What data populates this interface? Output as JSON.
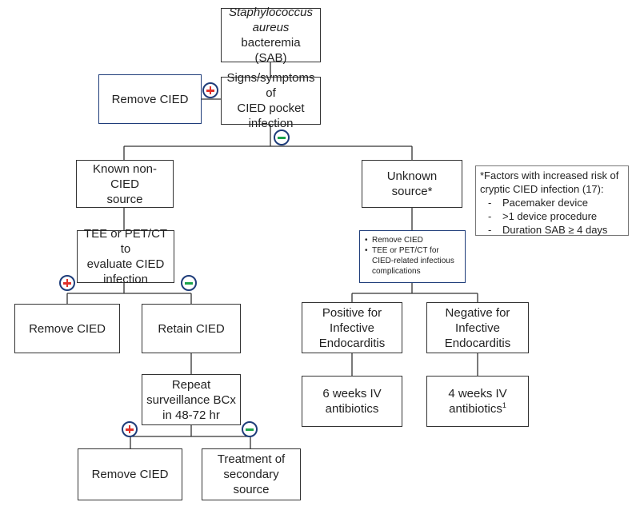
{
  "boxes": {
    "sab": {
      "title_italic": "Staphylococcus aureus",
      "title_rest": "bacteremia",
      "abbr": "(SAB)"
    },
    "remove_top": "Remove CIED",
    "signs": [
      "Signs/symptoms of",
      "CIED pocket",
      "infection"
    ],
    "known": [
      "Known non-CIED",
      "source"
    ],
    "unknown": "Unknown source*",
    "tee": [
      "TEE or PET/CT to",
      "evaluate CIED",
      "infection"
    ],
    "unknown_steps": [
      "Remove CIED",
      "TEE or PET/CT for CIED-related infectious complications"
    ],
    "remove_left": "Remove CIED",
    "retain": "Retain CIED",
    "positive": [
      "Positive for",
      "Infective",
      "Endocarditis"
    ],
    "negative": [
      "Negative for",
      "Infective",
      "Endocarditis"
    ],
    "repeat": [
      "Repeat",
      "surveillance BCx",
      "in 48-72 hr"
    ],
    "six_weeks": [
      "6 weeks IV",
      "antibiotics"
    ],
    "four_weeks": {
      "line1": "4 weeks IV",
      "line2": "antibiotics",
      "sup": "1"
    },
    "remove_bottom": "Remove CIED",
    "treatment": [
      "Treatment of",
      "secondary source"
    ]
  },
  "note": {
    "title": "*Factors with increased risk of cryptic CIED infection (17):",
    "items": [
      "Pacemaker device",
      ">1 device procedure",
      "Duration SAB ≥  4 days"
    ]
  },
  "colors": {
    "border_blue": "#1f3d7a",
    "plus_red": "#e0312a",
    "minus_green": "#1aa34a",
    "line": "#333333"
  }
}
